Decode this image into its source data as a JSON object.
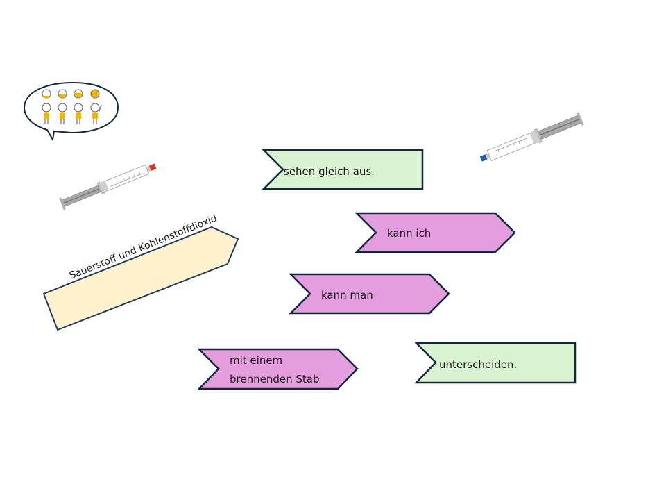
{
  "slide": {
    "background": "#ffffff",
    "colors": {
      "green_fill": "#d9f2d0",
      "pink_fill": "#e59edd",
      "yellow_fill": "#fef2cc",
      "outline_dark": "#0e2a3a",
      "outline_blue": "#203864",
      "bulb_yellow": "#f0b800",
      "syringe_red_cap": "#e03020",
      "syringe_blue_cap": "#1f5fa8"
    },
    "icons": {
      "speech_bubble": "thinking-people-lightbulbs-icon",
      "syringe_left": "syringe-red-cap-icon",
      "syringe_right": "syringe-blue-cap-icon"
    },
    "cards": [
      {
        "id": "sehen-gleich-aus",
        "shape": "notched-rectangle",
        "color": "green",
        "lines": [
          "sehen gleich aus."
        ]
      },
      {
        "id": "kann-ich",
        "shape": "chevron",
        "color": "pink",
        "lines": [
          "kann ich"
        ]
      },
      {
        "id": "sauerstoff",
        "shape": "pentagon-arrow",
        "color": "yellow",
        "lines": [
          "Sauerstoff und Kohlenstoffdioxid"
        ]
      },
      {
        "id": "kann-man",
        "shape": "chevron",
        "color": "pink",
        "lines": [
          "kann man"
        ]
      },
      {
        "id": "mit-einem",
        "shape": "chevron",
        "color": "pink",
        "lines": [
          "mit einem",
          "brennenden Stab"
        ]
      },
      {
        "id": "unterscheiden",
        "shape": "notched-rectangle",
        "color": "green",
        "lines": [
          "unterscheiden."
        ]
      }
    ]
  }
}
